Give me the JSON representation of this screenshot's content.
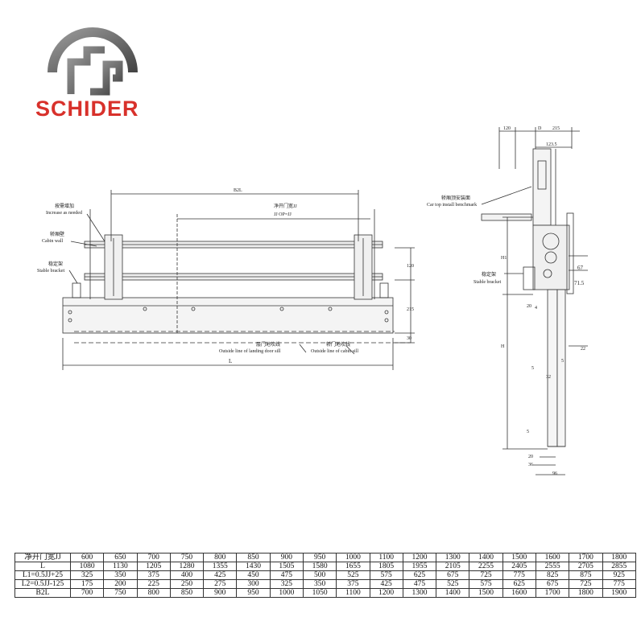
{
  "brand": {
    "name": "SCHIDER",
    "color": "#d8312b"
  },
  "front_view": {
    "dim_b2l": "B2L",
    "door_width_cn": "净开门宽JJ",
    "door_width_en": "JJ  OP=JJ",
    "increase_cn": "按需增加",
    "increase_en": "Increase as needed",
    "cabin_wall_cn": "轿厢壁",
    "cabin_wall_en": "Cabin wall",
    "stable_cn": "稳定架",
    "stable_en": "Stable bracket",
    "dim_120": "120",
    "dim_215": "215",
    "dim_30": "30",
    "landing_sill_cn": "层门地坎线",
    "landing_sill_en": "Outside line of landing door sill",
    "cabin_sill_cn": "轿门地坎线",
    "cabin_sill_en": "Outside line of cabin sill",
    "dim_l": "L"
  },
  "side_view": {
    "dim_120": "120",
    "dim_d": "D",
    "dim_215": "215",
    "dim_123_5": "123.5",
    "car_top_cn": "轿厢顶安装面",
    "car_top_en": "Car top install benchmark",
    "stable_cn": "稳定架",
    "stable_en": "Stable bracket",
    "dim_h1": "H1",
    "dim_h": "H",
    "dim_67": "67",
    "dim_71_5": "71.5",
    "dim_20": "20",
    "dim_4": "4",
    "dim_22": "22",
    "dim_5a": "5",
    "dim_32": "32",
    "dim_5b": "5",
    "dim_5c": "5",
    "dim_20b": "20",
    "dim_36": "36",
    "dim_96": "96"
  },
  "table": {
    "rows": [
      [
        "净开门宽JJ",
        "600",
        "650",
        "700",
        "750",
        "800",
        "850",
        "900",
        "950",
        "1000",
        "1100",
        "1200",
        "1300",
        "1400",
        "1500",
        "1600",
        "1700",
        "1800"
      ],
      [
        "L",
        "1080",
        "1130",
        "1205",
        "1280",
        "1355",
        "1430",
        "1505",
        "1580",
        "1655",
        "1805",
        "1955",
        "2105",
        "2255",
        "2405",
        "2555",
        "2705",
        "2855"
      ],
      [
        "L1=0.5JJ+25",
        "325",
        "350",
        "375",
        "400",
        "425",
        "450",
        "475",
        "500",
        "525",
        "575",
        "625",
        "675",
        "725",
        "775",
        "825",
        "875",
        "925"
      ],
      [
        "L2=0.5JJ-125",
        "175",
        "200",
        "225",
        "250",
        "275",
        "300",
        "325",
        "350",
        "375",
        "425",
        "475",
        "525",
        "575",
        "625",
        "675",
        "725",
        "775"
      ],
      [
        "B2L",
        "700",
        "750",
        "800",
        "850",
        "900",
        "950",
        "1000",
        "1050",
        "1100",
        "1200",
        "1300",
        "1400",
        "1500",
        "1600",
        "1700",
        "1800",
        "1900"
      ]
    ]
  }
}
